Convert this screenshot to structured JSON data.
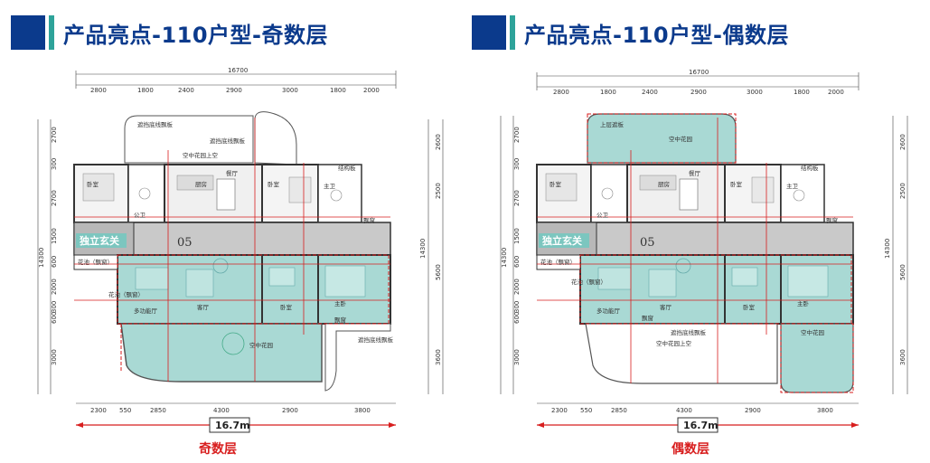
{
  "panels": [
    {
      "title": "产品亮点-110户型-奇数层",
      "caption": "奇数层",
      "total_dim": "16700",
      "top_dims": [
        "2800",
        "1800",
        "2400",
        "2900",
        "3000",
        "1800",
        "2000"
      ],
      "bottom_dims": [
        "2300",
        "550",
        "2850",
        "4300",
        "2900",
        "3800"
      ],
      "left_dims": [
        "2700",
        "300",
        "2700",
        "1500",
        "600",
        "2000",
        "300",
        "600",
        "3000"
      ],
      "right_dims": [
        "2600",
        "2500",
        "5600",
        "3600"
      ],
      "overall_height": "14300",
      "scale_label": "16.7m",
      "entry_tag": "独立玄关",
      "unit_no": "05",
      "rooms": {
        "bedroom_a": "卧室",
        "kitchen": "厨房",
        "dining": "餐厅",
        "bedroom_b": "卧室",
        "bath_a": "公卫",
        "bath_b": "主卫",
        "living": "多功能厅",
        "living2": "客厅",
        "bedroom_c": "卧室",
        "master": "主卧",
        "sky_garden": "空中花园",
        "note_top1": "遮挡底线飘板",
        "note_top2": "遮挡底线飘板",
        "sky_garden_above": "空中花园上空",
        "note_bottom": "遮挡底线飘板",
        "planter1": "花池（飘窗）",
        "planter2": "花池（飘窗）",
        "bay1": "飘窗",
        "bay2": "飘窗",
        "structure": "结构板"
      }
    },
    {
      "title": "产品亮点-110户型-偶数层",
      "caption": "偶数层",
      "total_dim": "16700",
      "top_dims": [
        "2800",
        "1800",
        "2400",
        "2900",
        "3000",
        "1800",
        "2000"
      ],
      "bottom_dims": [
        "2300",
        "550",
        "2850",
        "4300",
        "2900",
        "3800"
      ],
      "left_dims": [
        "2700",
        "300",
        "2700",
        "1500",
        "600",
        "2000",
        "300",
        "600",
        "3000"
      ],
      "right_dims": [
        "2600",
        "2500",
        "5600",
        "3600"
      ],
      "overall_height": "14300",
      "scale_label": "16.7m",
      "entry_tag": "独立玄关",
      "unit_no": "05",
      "rooms": {
        "bedroom_a": "卧室",
        "kitchen": "厨房",
        "dining": "餐厅",
        "bedroom_b": "卧室",
        "bath_a": "公卫",
        "bath_b": "主卫",
        "living": "多功能厅",
        "living2": "客厅",
        "bedroom_c": "卧室",
        "master": "主卧",
        "sky_garden": "空中花园",
        "note_top1": "上层遮板",
        "note_top2": "空中花园",
        "sky_garden_above": "空中花园上空",
        "note_bottom": "遮挡底线飘板",
        "planter1": "花池（飘窗）",
        "planter2": "花池（飘窗）",
        "bay1": "飘窗",
        "bay2": "飘窗",
        "structure": "结构板"
      }
    }
  ],
  "colors": {
    "brand_blue": "#0b3a8c",
    "accent_teal": "#2ea39a",
    "dim_red": "#d81e1e",
    "garden_fill": "#a9d9d4",
    "floor_gray": "#c9c9c9",
    "wall": "#333333"
  }
}
